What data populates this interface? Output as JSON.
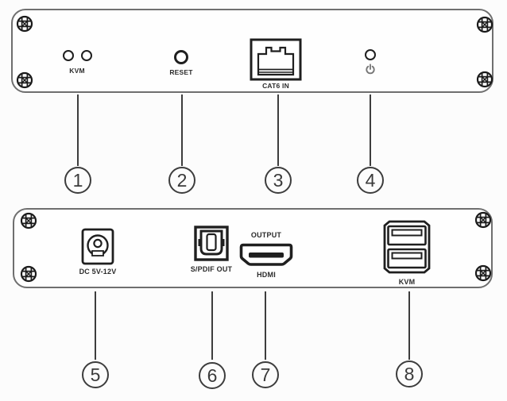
{
  "front_panel": {
    "kvm_led_label": "KVM",
    "reset_label": "RESET",
    "cat6_label": "CAT6 IN"
  },
  "rear_panel": {
    "dc_label": "DC 5V-12V",
    "spdif_label": "S/PDIF OUT",
    "hdmi_top_label": "OUTPUT",
    "hdmi_label": "HDMI",
    "usb_label": "KVM"
  },
  "callouts": {
    "front": [
      "1",
      "2",
      "3",
      "4"
    ],
    "rear": [
      "5",
      "6",
      "7",
      "8"
    ]
  },
  "colors": {
    "panel_border": "#6f6f6f",
    "port_stroke": "#1f1f1f",
    "callout_stroke": "#3d3d3d",
    "power_icon": "#767676"
  }
}
